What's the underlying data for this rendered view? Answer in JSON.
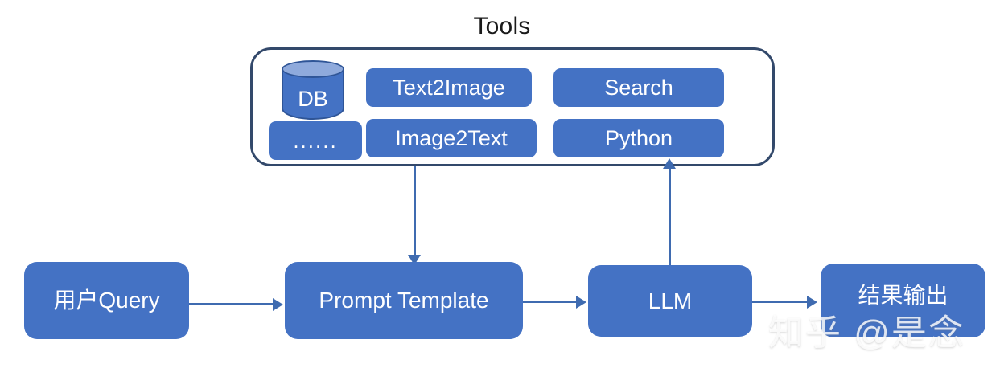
{
  "diagram": {
    "title": "Tools",
    "tools_panel": {
      "name": "tools-container",
      "database": {
        "label": "DB",
        "icon": "database-cylinder-icon"
      },
      "items": [
        {
          "label": "......",
          "name": "tool-ellipsis"
        },
        {
          "label": "Text2Image",
          "name": "tool-text2image"
        },
        {
          "label": "Image2Text",
          "name": "tool-image2text"
        },
        {
          "label": "Search",
          "name": "tool-search"
        },
        {
          "label": "Python",
          "name": "tool-python"
        }
      ]
    },
    "flow_nodes": [
      {
        "label": "用户Query",
        "name": "node-user-query"
      },
      {
        "label": "Prompt Template",
        "name": "node-prompt-template"
      },
      {
        "label": "LLM",
        "name": "node-llm"
      },
      {
        "label": "结果输出",
        "name": "node-result-output"
      }
    ],
    "connections": [
      {
        "from": "用户Query",
        "to": "Prompt Template",
        "direction": "right"
      },
      {
        "from": "Prompt Template",
        "to": "LLM",
        "direction": "right"
      },
      {
        "from": "LLM",
        "to": "结果输出",
        "direction": "right"
      },
      {
        "from": "Tools",
        "to": "Prompt Template",
        "direction": "down"
      },
      {
        "from": "LLM",
        "to": "Tools",
        "direction": "up"
      }
    ],
    "watermark": "知乎 @是念",
    "colors": {
      "node_fill": "#4472c4",
      "node_text": "#ffffff",
      "panel_border": "#33496b",
      "arrow": "#3f6bb0",
      "db_top": "#8faadc",
      "title_text": "#1a1a1a",
      "background": "#ffffff"
    }
  }
}
